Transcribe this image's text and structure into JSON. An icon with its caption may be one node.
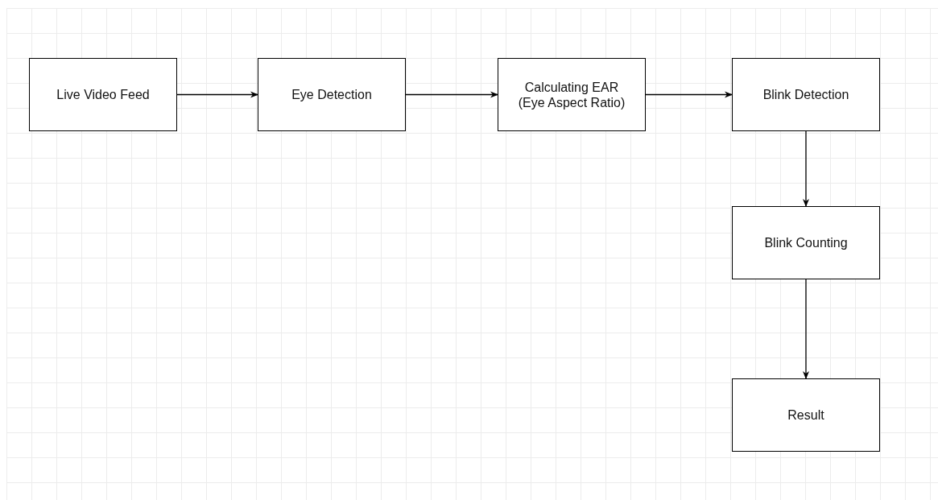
{
  "diagram": {
    "nodes": [
      {
        "text": [
          "Live Video Feed"
        ]
      },
      {
        "text": [
          "Eye Detection"
        ]
      },
      {
        "text": [
          "Calculating EAR (Eye Aspect Ratio)"
        ]
      },
      {
        "text": [
          "Blink Detection"
        ]
      },
      {
        "text": [
          "Blink Counting"
        ]
      },
      {
        "text": [
          "Result"
        ]
      }
    ],
    "edges": [
      {
        "from": 0,
        "to": 1,
        "arrow": "to"
      },
      {
        "from": 1,
        "to": 2,
        "arrow": "to"
      },
      {
        "from": 2,
        "to": 3,
        "arrow": "to"
      },
      {
        "from": 3,
        "to": 4,
        "arrow": "to"
      },
      {
        "from": 4,
        "to": 5,
        "arrow": "to"
      }
    ]
  }
}
